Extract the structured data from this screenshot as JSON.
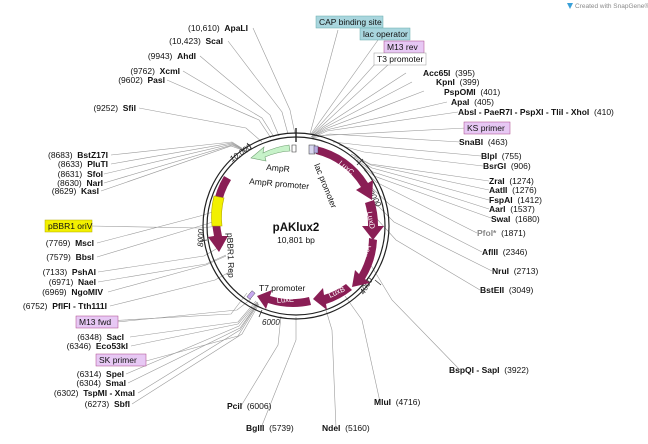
{
  "watermark": "Created with SnapGene®",
  "plasmid": {
    "name": "pAKlux2",
    "size": "10,801 bp"
  },
  "colors": {
    "maroon": "#8a1e55",
    "green_feature": "#c7f2c9",
    "yellow_origin": "#f2f000",
    "purple_primer": "#e7c8f4",
    "cyan_box": "#a9d6de"
  },
  "ticks": [
    "2000",
    "4000",
    "6000",
    "8000",
    "10,000"
  ],
  "features": {
    "luxC": "LuxC",
    "luxD": "LuxD",
    "luxA": "LuxA",
    "luxB": "LuxB",
    "luxE": "LuxE",
    "ampR": "AmpR",
    "ampR_promoter": "AmpR promoter",
    "pbbr1_rep": "pBBR1 Rep",
    "pbbr1_oriv": "pBBR1 oriV",
    "lac_promoter": "lac promoter",
    "t7_promoter": "T7 promoter"
  },
  "boxed_labels": {
    "cap_site": "CAP binding site",
    "lac_operator": "lac operator",
    "m13_rev": "M13 rev",
    "t3_promoter": "T3 promoter",
    "ks_primer": "KS primer",
    "m13_fwd": "M13 fwd",
    "sk_primer": "SK primer"
  },
  "sites_right": [
    {
      "enzyme": "Acc65I",
      "position": "(395)"
    },
    {
      "enzyme": "KpnI",
      "position": "(399)"
    },
    {
      "enzyme": "PspOMI",
      "position": "(401)"
    },
    {
      "enzyme": "ApaI",
      "position": "(405)"
    },
    {
      "enzyme": "AbsI - PaeR7I - PspXI - TliI - XhoI",
      "position": "(410)"
    },
    {
      "enzyme": "SnaBI",
      "position": "(463)"
    },
    {
      "enzyme": "BlpI",
      "position": "(755)"
    },
    {
      "enzyme": "BsrGI",
      "position": "(906)"
    },
    {
      "enzyme": "ZraI",
      "position": "(1274)"
    },
    {
      "enzyme": "AatII",
      "position": "(1276)"
    },
    {
      "enzyme": "FspAI",
      "position": "(1412)"
    },
    {
      "enzyme": "AarI",
      "position": "(1537)"
    },
    {
      "enzyme": "SwaI",
      "position": "(1680)"
    },
    {
      "enzyme": "PfoI*",
      "position": "(1871)"
    },
    {
      "enzyme": "AflII",
      "position": "(2346)"
    },
    {
      "enzyme": "NruI",
      "position": "(2713)"
    },
    {
      "enzyme": "BstEII",
      "position": "(3049)"
    },
    {
      "enzyme": "BspQI - SapI",
      "position": "(3922)"
    },
    {
      "enzyme": "MluI",
      "position": "(4716)"
    },
    {
      "enzyme": "NdeI",
      "position": "(5160)"
    },
    {
      "enzyme": "BglII",
      "position": "(5739)"
    },
    {
      "enzyme": "PciI",
      "position": "(6006)"
    }
  ],
  "sites_left": [
    {
      "position": "(10,610)",
      "enzyme": "ApaLI"
    },
    {
      "position": "(10,423)",
      "enzyme": "ScaI"
    },
    {
      "position": "(9943)",
      "enzyme": "AhdI"
    },
    {
      "position": "(9762)",
      "enzyme": "XcmI"
    },
    {
      "position": "(9602)",
      "enzyme": "PasI"
    },
    {
      "position": "(9252)",
      "enzyme": "SfiI"
    },
    {
      "position": "(8683)",
      "enzyme": "BstZ17I"
    },
    {
      "position": "(8633)",
      "enzyme": "PluTI"
    },
    {
      "position": "(8631)",
      "enzyme": "SfoI"
    },
    {
      "position": "(8630)",
      "enzyme": "NarI"
    },
    {
      "position": "(8629)",
      "enzyme": "KasI"
    },
    {
      "position": "(7769)",
      "enzyme": "MscI"
    },
    {
      "position": "(7579)",
      "enzyme": "BbsI"
    },
    {
      "position": "(7133)",
      "enzyme": "PshAI"
    },
    {
      "position": "(6971)",
      "enzyme": "NaeI"
    },
    {
      "position": "(6969)",
      "enzyme": "NgoMIV"
    },
    {
      "position": "(6752)",
      "enzyme": "PflFI - Tth111I"
    },
    {
      "position": "(6348)",
      "enzyme": "SacI"
    },
    {
      "position": "(6346)",
      "enzyme": "Eco53kI"
    },
    {
      "position": "(6314)",
      "enzyme": "SpeI"
    },
    {
      "position": "(6304)",
      "enzyme": "SmaI"
    },
    {
      "position": "(6302)",
      "enzyme": "TspMI - XmaI"
    },
    {
      "position": "(6273)",
      "enzyme": "SbfI"
    }
  ]
}
